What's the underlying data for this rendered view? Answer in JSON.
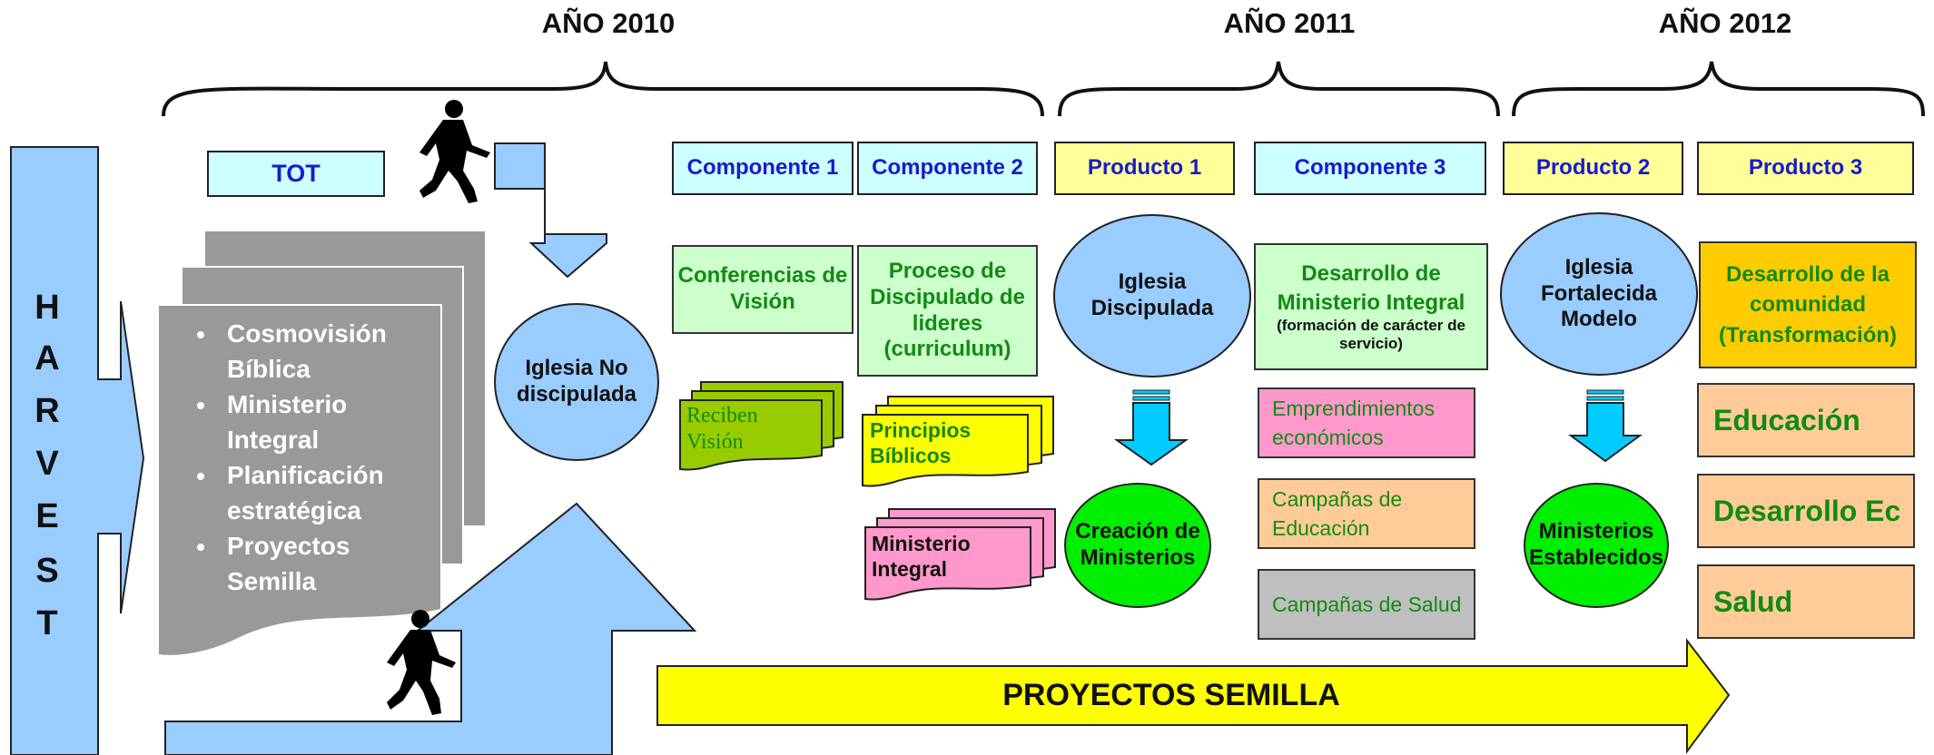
{
  "years": [
    "AÑO 2010",
    "AÑO 2011",
    "AÑO 2012"
  ],
  "harvest": [
    "H",
    "A",
    "R",
    "V",
    "E",
    "S",
    "T"
  ],
  "tot": "TOT",
  "cosmo_list": [
    "Cosmovisión Bíblica",
    "Ministerio Integral",
    "Planificación estratégica",
    "Proyectos Semilla"
  ],
  "iglesia_no_disc": "Iglesia No discipulada",
  "headers": {
    "comp1": "Componente 1",
    "comp2": "Componente 2",
    "prod1": "Producto 1",
    "comp3": "Componente 3",
    "prod2": "Producto 2",
    "prod3": "Producto 3"
  },
  "conferencias": "Conferencias de Visión",
  "proceso": "Proceso de Discipulado de lideres (curriculum)",
  "reciben": "Reciben Visión",
  "principios": "Principios Bíblicos",
  "ministerio_integral_card": "Ministerio Integral",
  "iglesia_discipulada": "Iglesia Discipulada",
  "creacion": "Creación de Ministerios",
  "desarrollo_ministerio": "Desarrollo de Ministerio Integral",
  "desarrollo_ministerio_sub": "(formación de carácter de servicio)",
  "emprendimientos": "Emprendimientos económicos",
  "campanas_educacion": "Campañas de Educación",
  "campanas_salud": "Campañas de Salud",
  "iglesia_fortalecida": "Iglesia Fortalecida Modelo",
  "ministerios_establecidos": "Ministerios Establecidos",
  "desarrollo_comunidad": "Desarrollo de la comunidad (Transformación)",
  "educacion": "Educación",
  "desarrollo_ec": "Desarrollo Ec",
  "salud": "Salud",
  "proyectos_semilla": "PROYECTOS SEMILLA",
  "colors": {
    "light_blue": "#99ccff",
    "cyan": "#ccffff",
    "light_yellow": "#ffff99",
    "light_green": "#ccffcc",
    "bright_green": "#00ee00",
    "gray": "#999999",
    "olive_green": "#99cc00",
    "yellow": "#ffff00",
    "pink": "#ff99cc",
    "peach": "#ffcc99",
    "orange_gold": "#ffcc00",
    "text_green": "#138a13",
    "text_blue": "#1a1acc"
  }
}
